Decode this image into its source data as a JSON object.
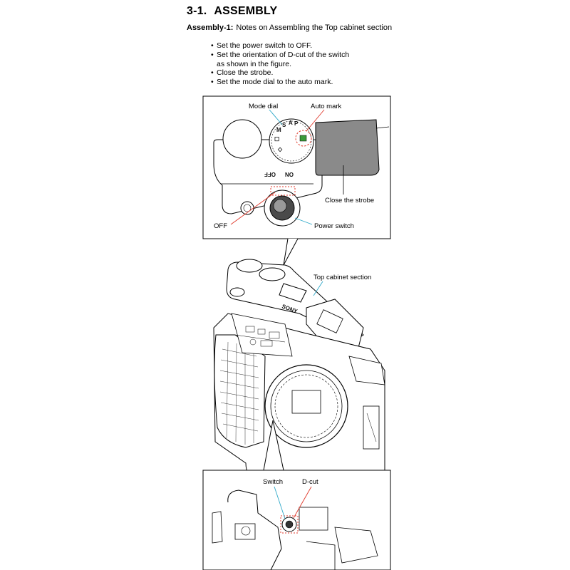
{
  "header": {
    "section_number": "3-1.",
    "section_title": "ASSEMBLY"
  },
  "subheading": {
    "label": "Assembly-1:",
    "text": "Notes on Assembling the Top cabinet section"
  },
  "steps": [
    "Set the power switch to OFF.",
    "Set the orientation of D-cut of the switch\nas shown in the figure.",
    "Close the strobe.",
    "Set the mode dial to the auto mark."
  ],
  "callouts": {
    "mode_dial": "Mode dial",
    "auto_mark": "Auto mark",
    "close_strobe": "Close the strobe",
    "off": "OFF",
    "power_switch": "Power switch",
    "top_cabinet": "Top cabinet section",
    "switch": "Switch",
    "d_cut": "D-cut"
  },
  "dial_markings": {
    "on": "ON",
    "off": "OFF",
    "brand": "SONY"
  },
  "colors": {
    "leader_cyan": "#2fa9c9",
    "leader_red": "#e0392b",
    "line": "#000000",
    "strobe_fill": "#888888"
  }
}
